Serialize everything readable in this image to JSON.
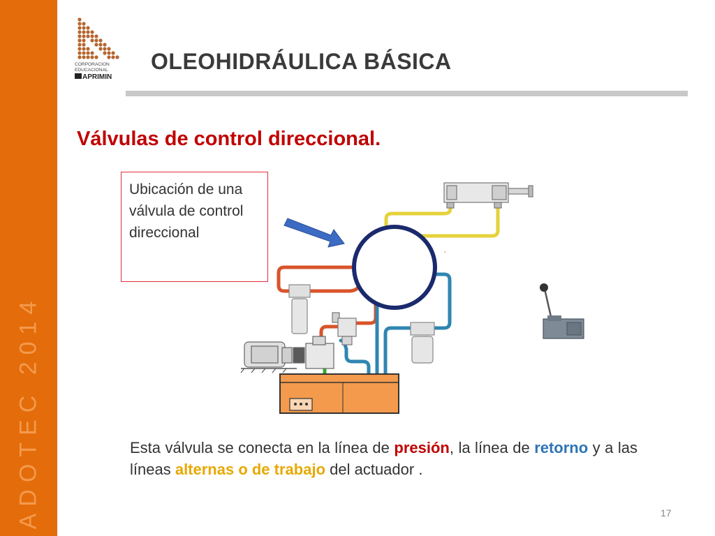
{
  "sidebar": {
    "vertical_text": "ADOTEC 2014",
    "color": "#e46c0a"
  },
  "logo": {
    "line1": "CORPORACION",
    "line2": "EDUCACIONAL",
    "line3": "APRIMIN",
    "color": "#b5652e"
  },
  "header": {
    "title": "OLEOHIDRÁULICA BÁSICA"
  },
  "slide": {
    "title": "Válvulas de control direccional.",
    "callout": "Ubicación de una válvula de control direccional",
    "body": {
      "part1": "Esta válvula se conecta en la línea de ",
      "pressure": "presión",
      "part2": ", la línea de ",
      "return": "retorno",
      "part3": " y a las líneas ",
      "work": "alternas o de trabajo",
      "part4": " del actuador ."
    },
    "page_number": "17"
  },
  "colors": {
    "pressure": "#c00000",
    "return": "#2e74b5",
    "work": "#e8a800",
    "pressure_line": "#d9532a",
    "return_line": "#2f86b0",
    "work_line": "#e6d23a",
    "suction_line": "#35a835",
    "tank": "#f39a4c",
    "valve_circle": "#1a2a6c",
    "arrow": "#3c6bc4"
  },
  "icons": [
    "arrow-icon",
    "valve-circle-icon",
    "cylinder-icon",
    "motor-icon",
    "pump-icon",
    "filter-icon",
    "relief-valve-icon",
    "tank-icon",
    "manual-valve-icon"
  ]
}
